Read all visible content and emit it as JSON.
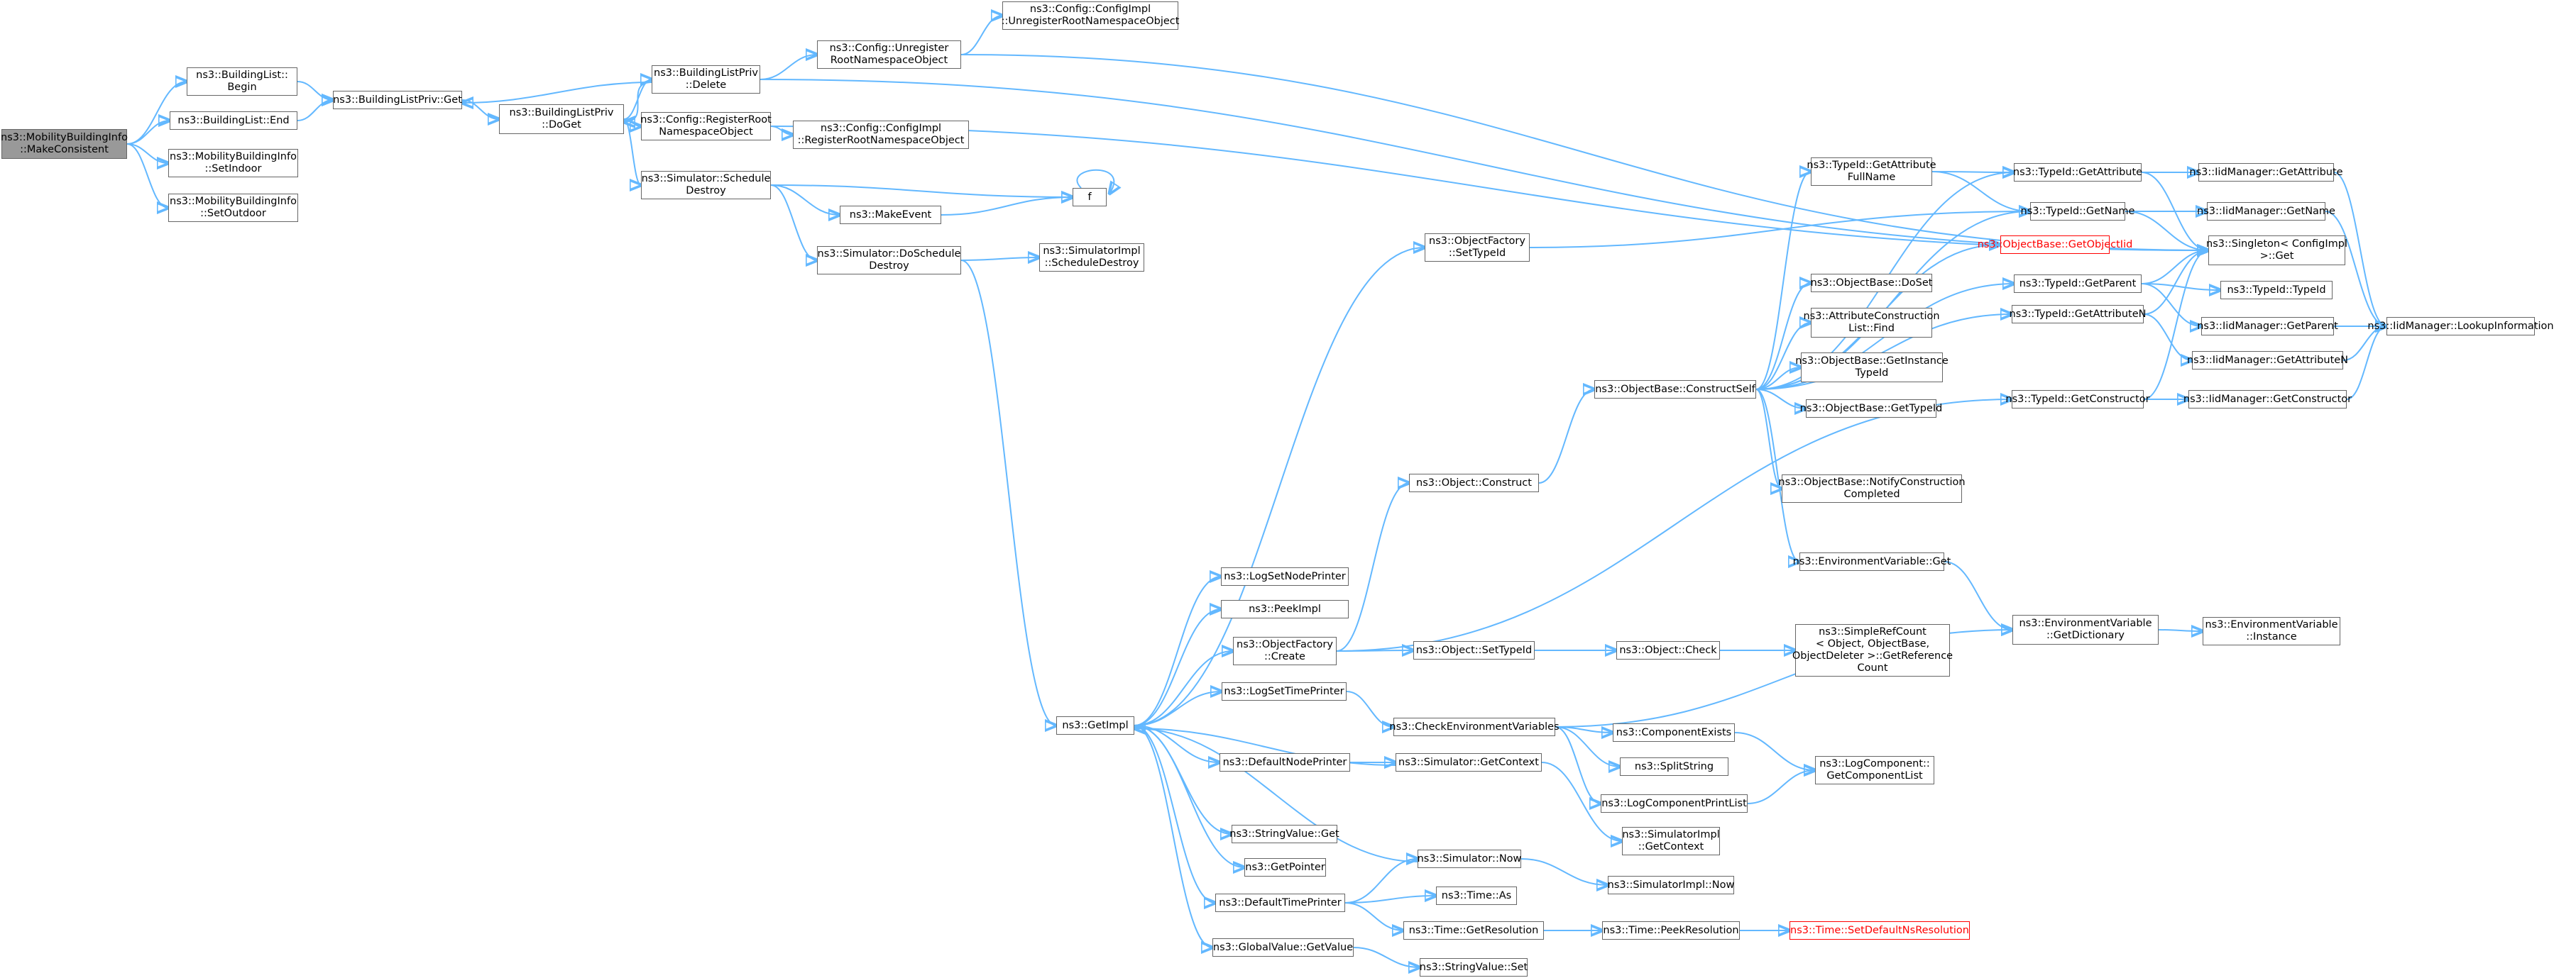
{
  "colors": {
    "edge": "#63b8ff",
    "node_border": "#666666",
    "root_fill": "#999999",
    "missing_border": "#ff0000"
  },
  "nodes": [
    {
      "id": "n0",
      "label": "ns3::MobilityBuildingInfo\n::MakeConsistent"
    },
    {
      "id": "n1",
      "label": "ns3::BuildingList::\nBegin"
    },
    {
      "id": "n2",
      "label": "ns3::BuildingList::End"
    },
    {
      "id": "n3",
      "label": "ns3::MobilityBuildingInfo\n::SetIndoor"
    },
    {
      "id": "n4",
      "label": "ns3::MobilityBuildingInfo\n::SetOutdoor"
    },
    {
      "id": "n5",
      "label": "ns3::BuildingListPriv::Get"
    },
    {
      "id": "n6",
      "label": "ns3::BuildingListPriv\n::DoGet"
    },
    {
      "id": "n7",
      "label": "ns3::BuildingListPriv\n::Delete"
    },
    {
      "id": "n8",
      "label": "ns3::Config::RegisterRoot\nNamespaceObject"
    },
    {
      "id": "n9",
      "label": "ns3::Simulator::Schedule\nDestroy"
    },
    {
      "id": "n10",
      "label": "ns3::Config::Unregister\nRootNamespaceObject"
    },
    {
      "id": "n11",
      "label": "ns3::Config::ConfigImpl\n::UnregisterRootNamespaceObject"
    },
    {
      "id": "n12",
      "label": "ns3::Config::ConfigImpl\n::RegisterRootNamespaceObject"
    },
    {
      "id": "n13",
      "label": "f"
    },
    {
      "id": "n14",
      "label": "ns3::MakeEvent"
    },
    {
      "id": "n15",
      "label": "ns3::Simulator::DoSchedule\nDestroy"
    },
    {
      "id": "n16",
      "label": "ns3::SimulatorImpl\n::ScheduleDestroy"
    },
    {
      "id": "n17",
      "label": "ns3::GetImpl"
    },
    {
      "id": "n18",
      "label": "ns3::ObjectFactory\n::SetTypeId"
    },
    {
      "id": "n19",
      "label": "ns3::Object::Construct"
    },
    {
      "id": "n20",
      "label": "ns3::ObjectBase::ConstructSelf"
    },
    {
      "id": "n21",
      "label": "ns3::TypeId::GetAttribute\nFullName"
    },
    {
      "id": "n22",
      "label": "ns3::TypeId::GetAttribute"
    },
    {
      "id": "n23",
      "label": "ns3::TypeId::GetName"
    },
    {
      "id": "n24",
      "label": "ns3::IidManager::GetAttribute"
    },
    {
      "id": "n25",
      "label": "ns3::IidManager::GetName"
    },
    {
      "id": "n26",
      "label": "ns3::Singleton< ConfigImpl\n>::Get"
    },
    {
      "id": "n27",
      "label": "ns3::ObjectBase::DoSet"
    },
    {
      "id": "n28",
      "label": "ns3::AttributeConstruction\nList::Find"
    },
    {
      "id": "n29",
      "label": "ns3::ObjectBase::GetInstance\nTypeId"
    },
    {
      "id": "n30",
      "label": "ns3::ObjectBase::GetTypeId"
    },
    {
      "id": "n31",
      "label": "ns3::ObjectBase::GetObjectIid",
      "missing": true
    },
    {
      "id": "n32",
      "label": "ns3::TypeId::GetParent"
    },
    {
      "id": "n33",
      "label": "ns3::TypeId::TypeId"
    },
    {
      "id": "n34",
      "label": "ns3::IidManager::GetParent"
    },
    {
      "id": "n35",
      "label": "ns3::IidManager::LookupInformation"
    },
    {
      "id": "n36",
      "label": "ns3::TypeId::GetAttributeN"
    },
    {
      "id": "n37",
      "label": "ns3::IidManager::GetAttributeN"
    },
    {
      "id": "n38",
      "label": "ns3::TypeId::GetConstructor"
    },
    {
      "id": "n39",
      "label": "ns3::IidManager::GetConstructor"
    },
    {
      "id": "n40",
      "label": "ns3::ObjectBase::NotifyConstruction\nCompleted"
    },
    {
      "id": "n41",
      "label": "ns3::EnvironmentVariable::Get"
    },
    {
      "id": "n42",
      "label": "ns3::LogSetNodePrinter"
    },
    {
      "id": "n43",
      "label": "ns3::PeekImpl"
    },
    {
      "id": "n44",
      "label": "ns3::ObjectFactory\n::Create"
    },
    {
      "id": "n45",
      "label": "ns3::Object::SetTypeId"
    },
    {
      "id": "n46",
      "label": "ns3::Object::Check"
    },
    {
      "id": "n47",
      "label": "ns3::SimpleRefCount\n< Object, ObjectBase,\nObjectDeleter >::GetReference\nCount"
    },
    {
      "id": "n48",
      "label": "ns3::EnvironmentVariable\n::GetDictionary"
    },
    {
      "id": "n49",
      "label": "ns3::EnvironmentVariable\n::Instance"
    },
    {
      "id": "n50",
      "label": "ns3::LogSetTimePrinter"
    },
    {
      "id": "n51",
      "label": "ns3::CheckEnvironmentVariables"
    },
    {
      "id": "n52",
      "label": "ns3::ComponentExists"
    },
    {
      "id": "n53",
      "label": "ns3::SplitString"
    },
    {
      "id": "n54",
      "label": "ns3::LogComponent::\nGetComponentList"
    },
    {
      "id": "n55",
      "label": "ns3::LogComponentPrintList"
    },
    {
      "id": "n56",
      "label": "ns3::DefaultNodePrinter"
    },
    {
      "id": "n57",
      "label": "ns3::Simulator::GetContext"
    },
    {
      "id": "n58",
      "label": "ns3::SimulatorImpl\n::GetContext"
    },
    {
      "id": "n59",
      "label": "ns3::StringValue::Get"
    },
    {
      "id": "n60",
      "label": "ns3::GetPointer"
    },
    {
      "id": "n61",
      "label": "ns3::Simulator::Now"
    },
    {
      "id": "n62",
      "label": "ns3::SimulatorImpl::Now"
    },
    {
      "id": "n63",
      "label": "ns3::DefaultTimePrinter"
    },
    {
      "id": "n64",
      "label": "ns3::Time::As"
    },
    {
      "id": "n65",
      "label": "ns3::Time::GetResolution"
    },
    {
      "id": "n66",
      "label": "ns3::Time::PeekResolution"
    },
    {
      "id": "n67",
      "label": "ns3::Time::SetDefaultNsResolution",
      "missing": true
    },
    {
      "id": "n68",
      "label": "ns3::GlobalValue::GetValue"
    },
    {
      "id": "n69",
      "label": "ns3::StringValue::Set"
    }
  ],
  "edges": [
    [
      "n0",
      "n1"
    ],
    [
      "n0",
      "n2"
    ],
    [
      "n0",
      "n3"
    ],
    [
      "n0",
      "n4"
    ],
    [
      "n1",
      "n5"
    ],
    [
      "n2",
      "n5"
    ],
    [
      "n5",
      "n6"
    ],
    [
      "n6",
      "n7"
    ],
    [
      "n7",
      "n6"
    ],
    [
      "n7",
      "n5"
    ],
    [
      "n7",
      "n10"
    ],
    [
      "n7",
      "n26"
    ],
    [
      "n6",
      "n8"
    ],
    [
      "n6",
      "n9"
    ],
    [
      "n10",
      "n11"
    ],
    [
      "n10",
      "n26"
    ],
    [
      "n8",
      "n12"
    ],
    [
      "n8",
      "n26"
    ],
    [
      "n9",
      "n13"
    ],
    [
      "n9",
      "n14"
    ],
    [
      "n9",
      "n15"
    ],
    [
      "n14",
      "n13"
    ],
    [
      "n13",
      "n13"
    ],
    [
      "n15",
      "n16"
    ],
    [
      "n15",
      "n17"
    ],
    [
      "n17",
      "n18"
    ],
    [
      "n17",
      "n42"
    ],
    [
      "n17",
      "n43"
    ],
    [
      "n17",
      "n44"
    ],
    [
      "n17",
      "n50"
    ],
    [
      "n17",
      "n56"
    ],
    [
      "n17",
      "n59"
    ],
    [
      "n17",
      "n60"
    ],
    [
      "n17",
      "n63"
    ],
    [
      "n17",
      "n68"
    ],
    [
      "n18",
      "n23"
    ],
    [
      "n44",
      "n19"
    ],
    [
      "n44",
      "n45"
    ],
    [
      "n44",
      "n38"
    ],
    [
      "n19",
      "n20"
    ],
    [
      "n20",
      "n21"
    ],
    [
      "n20",
      "n22"
    ],
    [
      "n20",
      "n23"
    ],
    [
      "n20",
      "n27"
    ],
    [
      "n20",
      "n28"
    ],
    [
      "n20",
      "n29"
    ],
    [
      "n20",
      "n30"
    ],
    [
      "n20",
      "n31"
    ],
    [
      "n20",
      "n32"
    ],
    [
      "n20",
      "n36"
    ],
    [
      "n20",
      "n40"
    ],
    [
      "n20",
      "n41"
    ],
    [
      "n21",
      "n22"
    ],
    [
      "n21",
      "n23"
    ],
    [
      "n22",
      "n24"
    ],
    [
      "n22",
      "n26"
    ],
    [
      "n23",
      "n25"
    ],
    [
      "n23",
      "n26"
    ],
    [
      "n24",
      "n35"
    ],
    [
      "n25",
      "n35"
    ],
    [
      "n32",
      "n33"
    ],
    [
      "n32",
      "n34"
    ],
    [
      "n32",
      "n26"
    ],
    [
      "n34",
      "n35"
    ],
    [
      "n36",
      "n37"
    ],
    [
      "n36",
      "n26"
    ],
    [
      "n37",
      "n35"
    ],
    [
      "n38",
      "n39"
    ],
    [
      "n38",
      "n26"
    ],
    [
      "n39",
      "n35"
    ],
    [
      "n45",
      "n46"
    ],
    [
      "n46",
      "n47"
    ],
    [
      "n41",
      "n48"
    ],
    [
      "n48",
      "n49"
    ],
    [
      "n50",
      "n51"
    ],
    [
      "n51",
      "n48"
    ],
    [
      "n51",
      "n52"
    ],
    [
      "n51",
      "n53"
    ],
    [
      "n51",
      "n55"
    ],
    [
      "n52",
      "n54"
    ],
    [
      "n55",
      "n54"
    ],
    [
      "n56",
      "n57"
    ],
    [
      "n57",
      "n17"
    ],
    [
      "n57",
      "n58"
    ],
    [
      "n63",
      "n61"
    ],
    [
      "n63",
      "n64"
    ],
    [
      "n63",
      "n65"
    ],
    [
      "n61",
      "n17"
    ],
    [
      "n61",
      "n62"
    ],
    [
      "n65",
      "n66"
    ],
    [
      "n66",
      "n67"
    ],
    [
      "n68",
      "n69"
    ]
  ]
}
